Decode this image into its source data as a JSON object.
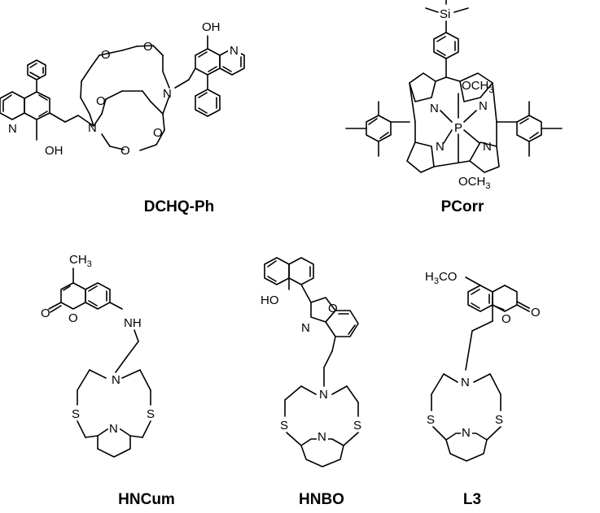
{
  "structures": [
    {
      "id": "dchq-ph",
      "caption": "DCHQ-Ph",
      "atoms": {
        "oh_top": "OH",
        "oh_bottom": "OH",
        "n_quin_left": "N",
        "n_quin_right": "N",
        "n_crown_left": "N",
        "n_crown_right": "N",
        "o1": "O",
        "o2": "O",
        "o3": "O",
        "o4": "O",
        "o5": "O"
      }
    },
    {
      "id": "pcorr",
      "caption": "PCorr",
      "atoms": {
        "si": "Si",
        "och3_top": "OCH",
        "och3_top_sub": "3",
        "och3_bottom": "OCH",
        "och3_bottom_sub": "3",
        "p": "P",
        "n1": "N",
        "n2": "N",
        "n3": "N",
        "n4": "N"
      }
    },
    {
      "id": "hncum",
      "caption": "HNCum",
      "atoms": {
        "ch3": "CH",
        "ch3_sub": "3",
        "o_carbonyl": "O",
        "o_ring": "O",
        "nh": "NH",
        "n_macro": "N",
        "s_left": "S",
        "s_right": "S",
        "n_pyr": "N"
      }
    },
    {
      "id": "hnbo",
      "caption": "HNBO",
      "atoms": {
        "ho": "HO",
        "o_oxazole": "O",
        "n_oxazole": "N",
        "n_macro": "N",
        "s_left": "S",
        "s_right": "S",
        "n_pyr": "N"
      }
    },
    {
      "id": "l3",
      "caption": "L3",
      "atoms": {
        "h3co": "H",
        "h3co_sub": "3",
        "h3co_tail": "CO",
        "o_ring": "O",
        "o_carbonyl": "O",
        "n_macro": "N",
        "s_left": "S",
        "s_right": "S",
        "n_pyr": "N"
      }
    }
  ]
}
